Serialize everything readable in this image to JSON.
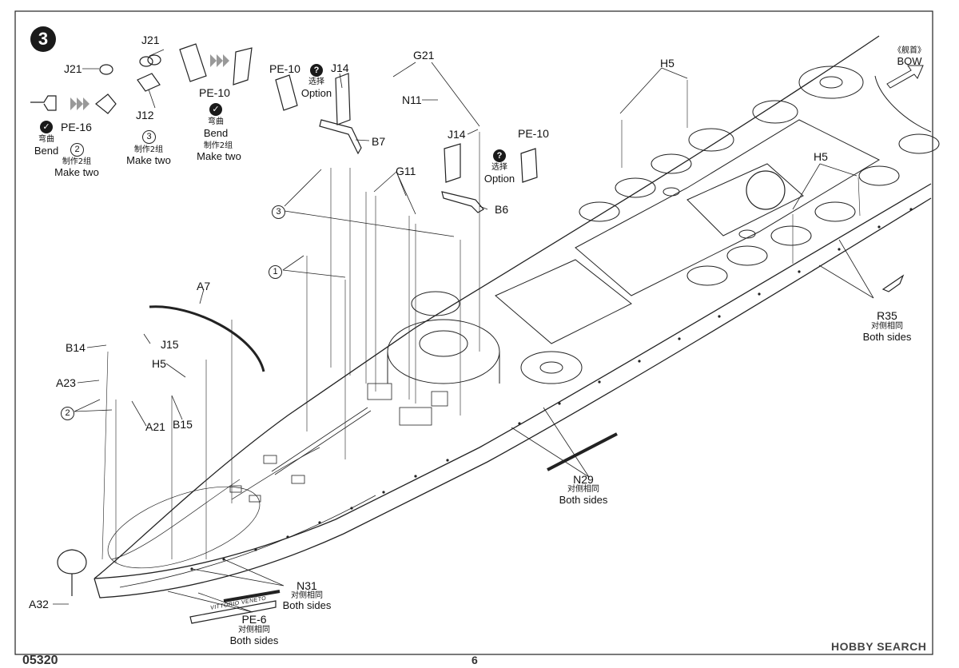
{
  "step": "3",
  "bow": {
    "cn": "《舰首》",
    "en": "BOW"
  },
  "labels": {
    "j21a": "J21",
    "pe16": "PE-16",
    "bend_cn_1": "弯曲",
    "bend_en_1": "Bend",
    "make2_num_1": "2",
    "make2_cn_1": "制作2组",
    "make2_en_1": "Make two",
    "j21b": "J21",
    "j12": "J12",
    "make2_num_2": "3",
    "make2_cn_2": "制作2组",
    "make2_en_2": "Make two",
    "pe10_top": "PE-10",
    "bend_cn_2": "弯曲",
    "bend_en_2": "Bend",
    "make2_cn_3": "制作2组",
    "make2_en_3": "Make two",
    "pe10_opt1": "PE-10",
    "opt_cn_1": "选择",
    "opt_en_1": "Option",
    "j14a": "J14",
    "b7": "B7",
    "g21": "G21",
    "n11": "N11",
    "j14b": "J14",
    "pe10_opt2": "PE-10",
    "opt_cn_2": "选择",
    "opt_en_2": "Option",
    "b6": "B6",
    "g11": "G11",
    "h5a": "H5",
    "h5b": "H5",
    "h5c": "H5",
    "sub3": "3",
    "sub1": "1",
    "sub2": "2",
    "a7": "A7",
    "b14": "B14",
    "j15": "J15",
    "a23": "A23",
    "a21": "A21",
    "b15": "B15",
    "r35": "R35",
    "r35_cn": "对侧相同",
    "r35_en": "Both sides",
    "n29": "N29",
    "n29_cn": "对侧相同",
    "n29_en": "Both sides",
    "n31": "N31",
    "n31_cn": "对侧相同",
    "n31_en": "Both sides",
    "pe6": "PE-6",
    "pe6_cn": "对侧相同",
    "pe6_en": "Both sides",
    "a32": "A32",
    "name_plate": "VITTORIO VENETO",
    "q1": "?",
    "q2": "?"
  },
  "footer": {
    "code": "05320",
    "page": "6"
  },
  "watermark": "HOBBY SEARCH"
}
